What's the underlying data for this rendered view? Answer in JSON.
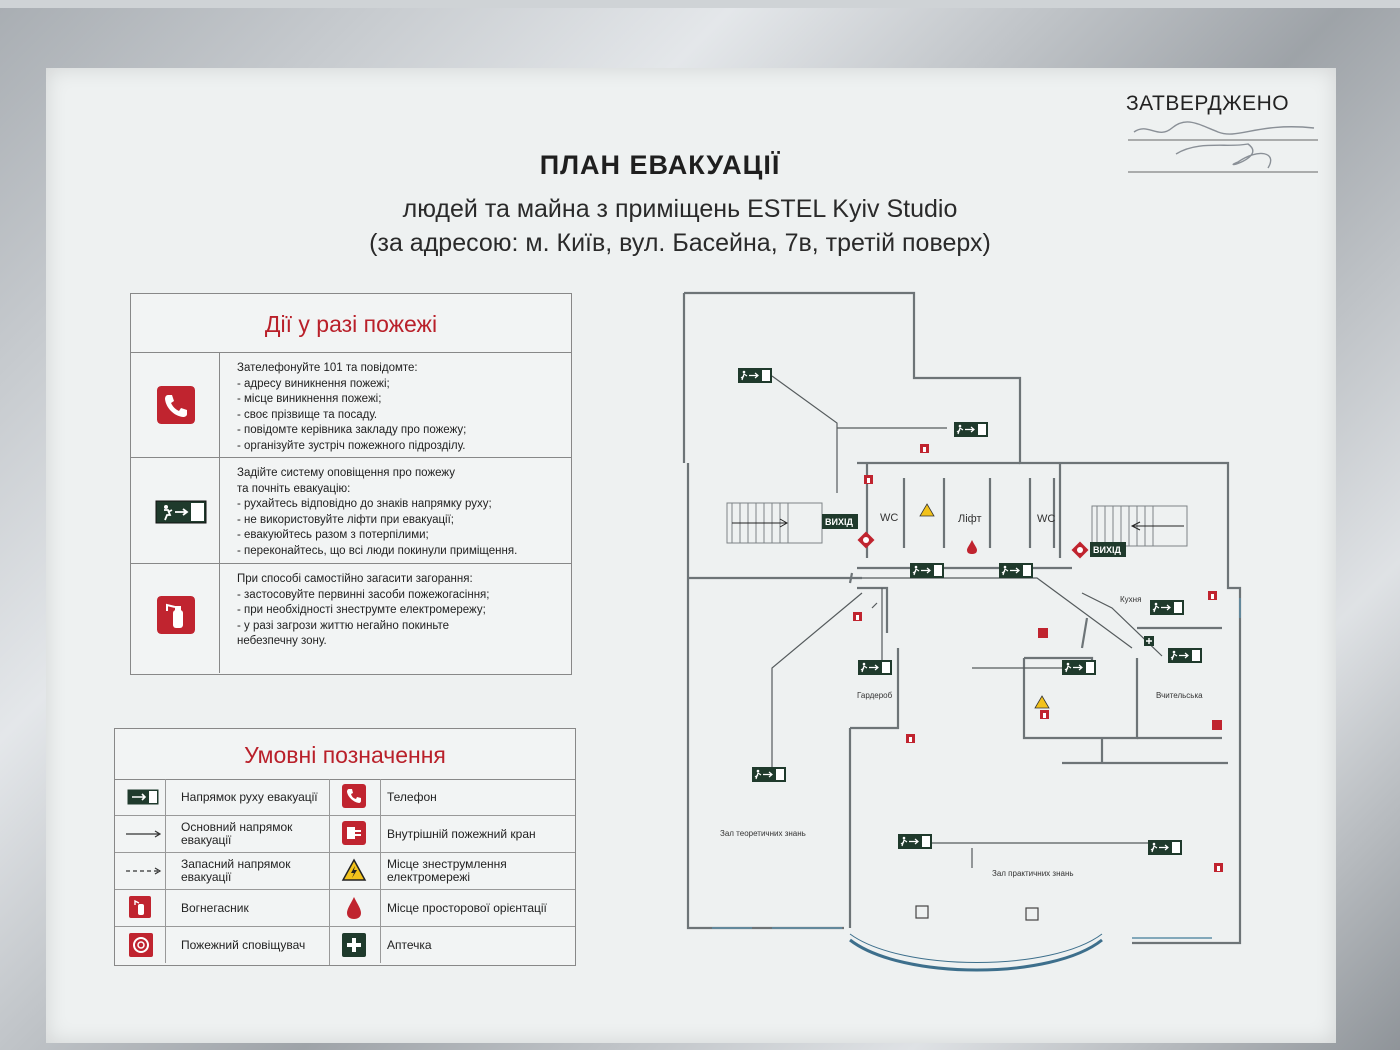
{
  "header": {
    "approved": "ЗАТВЕРДЖЕНО",
    "title": "ПЛАН ЕВАКУАЦІЇ",
    "subtitle_line1": "людей та майна з приміщень ESTEL Kyiv Studio",
    "subtitle_line2": "(за адресою: м. Київ, вул. Басейна, 7в, третій поверх)"
  },
  "actions": {
    "title": "Дії у разі пожежі",
    "rows": [
      {
        "icon": "phone-icon",
        "lines": [
          "Зателефонуйте 101 та повідомте:",
          "- адресу виникнення пожежі;",
          "- місце виникнення пожежі;",
          "- своє прізвище та посаду.",
          "- повідомте керівника закладу про пожежу;",
          "- організуйте зустріч пожежного підрозділу."
        ]
      },
      {
        "icon": "evacuation-sign-icon",
        "lines": [
          "Задійте систему оповіщення про пожежу",
          "та почніть евакуацію:",
          "- рухайтесь відповідно до знаків напрямку руху;",
          "- не використовуйте ліфти при евакуації;",
          "- евакуюйтесь разом з потерпілими;",
          "- переконайтесь, що всі люди покинули приміщення."
        ]
      },
      {
        "icon": "fire-extinguisher-icon",
        "lines": [
          "При способі самостійно загасити загорання:",
          "- застосовуйте первинні засоби пожежогасіння;",
          "- при необхідності знеструмте електромережу;",
          "- у разі загрози життю негайно покиньте",
          "небезпечну зону."
        ]
      }
    ]
  },
  "legend": {
    "title": "Умовні позначення",
    "items": [
      {
        "icon": "evacuation-sign-icon",
        "label": "Напрямок руху евакуації"
      },
      {
        "icon": "phone-icon",
        "label": "Телефон"
      },
      {
        "icon": "main-route-arrow-icon",
        "label": "Основний напрямок евакуації"
      },
      {
        "icon": "fire-hydrant-icon",
        "label": "Внутрішній пожежний кран"
      },
      {
        "icon": "spare-route-arrow-icon",
        "label": "Запасний напрямок евакуації"
      },
      {
        "icon": "high-voltage-icon",
        "label": "Місце знеструмлення електромережі"
      },
      {
        "icon": "fire-extinguisher-icon",
        "label": "Вогнегасник"
      },
      {
        "icon": "orientation-drop-icon",
        "label": "Місце просторової орієнтації"
      },
      {
        "icon": "fire-alarm-icon",
        "label": "Пожежний сповіщувач"
      },
      {
        "icon": "first-aid-icon",
        "label": "Аптечка"
      }
    ]
  },
  "plan": {
    "exit_left": "ВИХІД",
    "exit_right": "ВИХІД",
    "wc_left": "WC",
    "lift": "Ліфт",
    "wc_right": "WC",
    "kitchen": "Кухня",
    "cloakroom": "Гардероб",
    "teachers": "Вчительська",
    "theory_hall": "Зал теоретичних знань",
    "practice_hall": "Зал практичних знань"
  },
  "colors": {
    "accent_red": "#c0242f",
    "sign_green": "#1f3a2c",
    "line_gray": "#7d8486",
    "glass_blue": "#3d6f8c"
  }
}
